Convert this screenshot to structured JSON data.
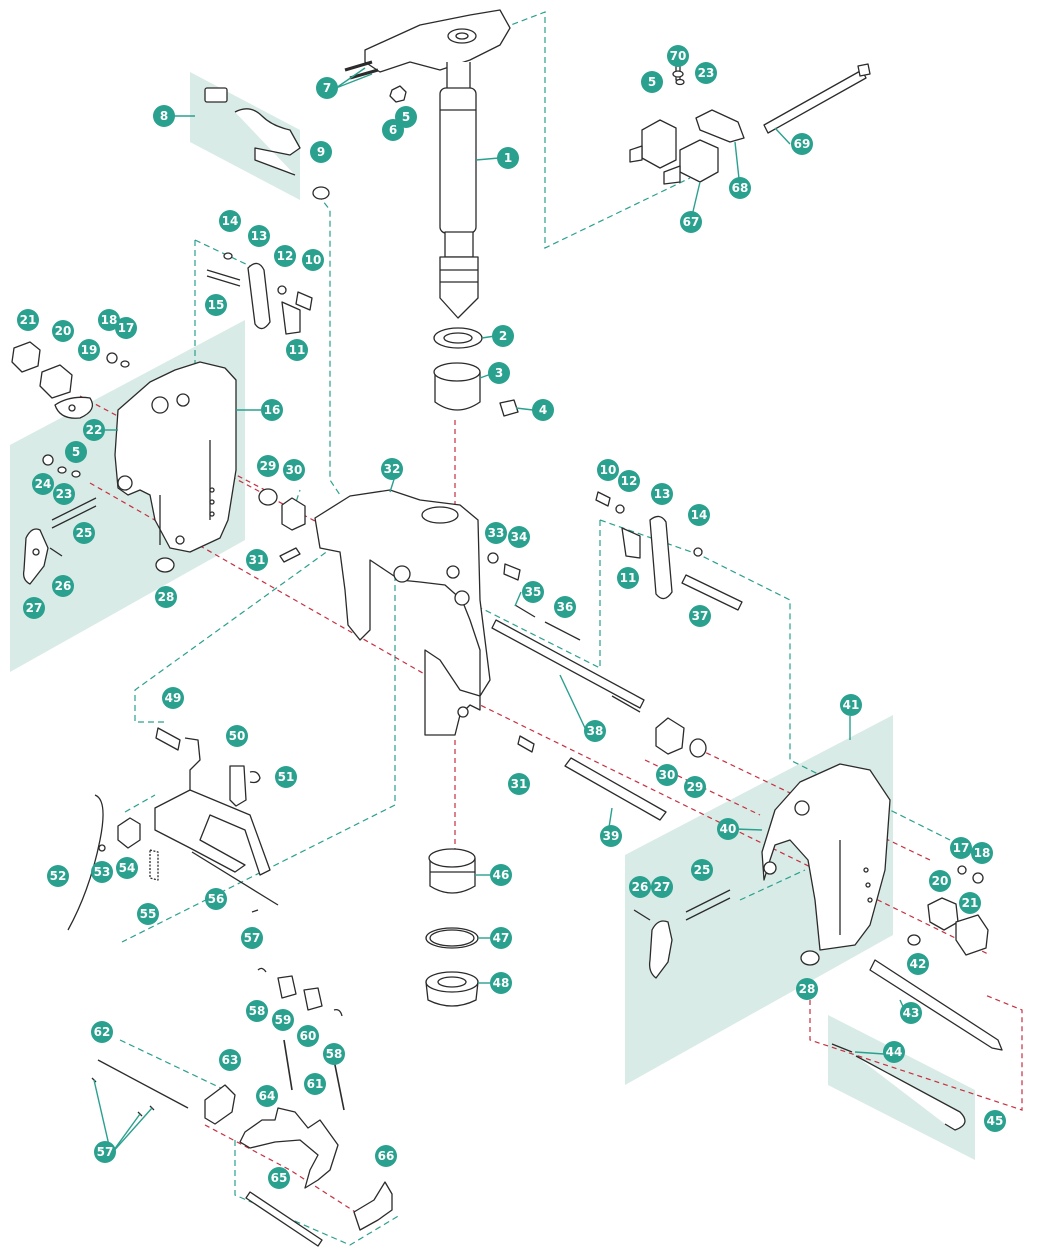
{
  "diagram": {
    "colors": {
      "callout": "#2aa08e",
      "panel": "#d8ebe6",
      "teal_line": "#2aa08e",
      "red_line": "#c63040",
      "ink": "#2b2b2b"
    },
    "callouts": [
      "1",
      "2",
      "3",
      "4",
      "5",
      "6",
      "7",
      "8",
      "9",
      "10",
      "11",
      "12",
      "13",
      "14",
      "15",
      "16",
      "17",
      "18",
      "19",
      "20",
      "21",
      "22",
      "23",
      "24",
      "25",
      "26",
      "27",
      "28",
      "29",
      "30",
      "31",
      "32",
      "33",
      "34",
      "35",
      "36",
      "37",
      "38",
      "39",
      "40",
      "41",
      "42",
      "43",
      "44",
      "45",
      "46",
      "47",
      "48",
      "49",
      "50",
      "51",
      "52",
      "53",
      "54",
      "55",
      "56",
      "57",
      "58",
      "59",
      "60",
      "61",
      "62",
      "63",
      "64",
      "65",
      "66",
      "67",
      "68",
      "69",
      "70"
    ]
  }
}
